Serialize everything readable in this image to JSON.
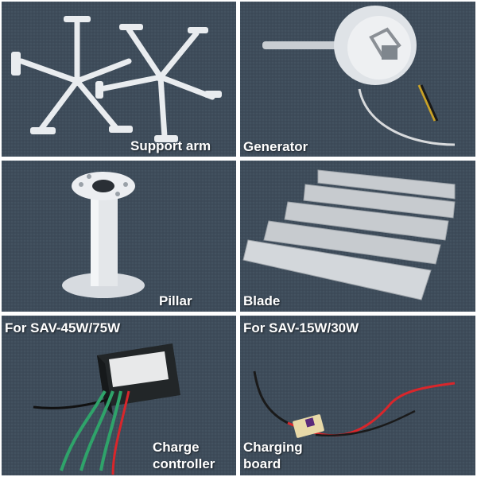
{
  "panels": {
    "support_arm": {
      "label": "Support arm"
    },
    "generator": {
      "label": "Generator"
    },
    "pillar": {
      "label": "Pillar"
    },
    "blade": {
      "label": "Blade"
    },
    "charge_controller": {
      "model_label": "For SAV-45W/75W",
      "label_line1": "Charge",
      "label_line2": "controller"
    },
    "charging_board": {
      "model_label": "For SAV-15W/30W",
      "label_line1": "Charging",
      "label_line2": "board"
    }
  },
  "colors": {
    "carpet": "#3f4d5b",
    "part_white": "#e9ecef",
    "wire_red": "#d9262b",
    "wire_green": "#2fa36a",
    "label": "#ffffff"
  }
}
